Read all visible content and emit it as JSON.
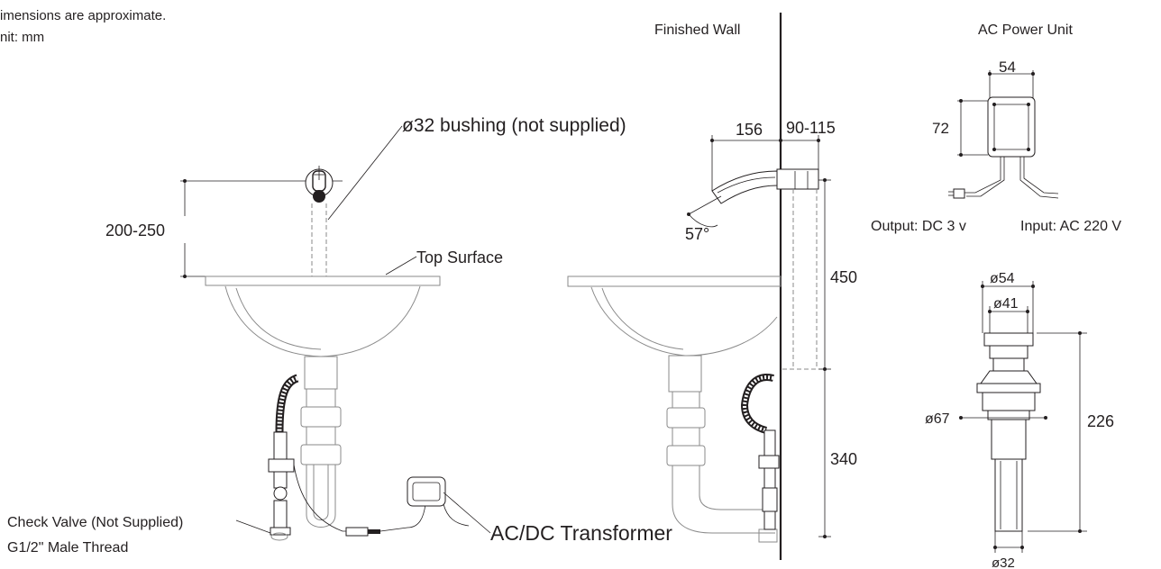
{
  "notes": {
    "line1": "imensions are approximate.",
    "line2": "nit: mm"
  },
  "front_view": {
    "bushing_label": "ø32 bushing (not supplied)",
    "height_dim": "200-250",
    "top_surface_label": "Top Surface",
    "check_valve_label": "Check Valve (Not Supplied)",
    "thread_label": "G1/2\" Male Thread",
    "transformer_label": "AC/DC Transformer"
  },
  "side_view": {
    "wall_label": "Finished Wall",
    "spout_dim": "156",
    "projection_dim": "90-115",
    "angle_label": "57°",
    "dim_upper": "450",
    "dim_lower": "340"
  },
  "power_unit": {
    "title": "AC Power Unit",
    "width_dim": "54",
    "height_dim": "72",
    "output_label": "Output: DC 3 v",
    "input_label": "Input: AC 220 V"
  },
  "sensor_body": {
    "dia_top": "ø54",
    "dia_second": "ø41",
    "dia_mid": "ø67",
    "height_dim": "226",
    "dia_bottom": "ø32"
  }
}
